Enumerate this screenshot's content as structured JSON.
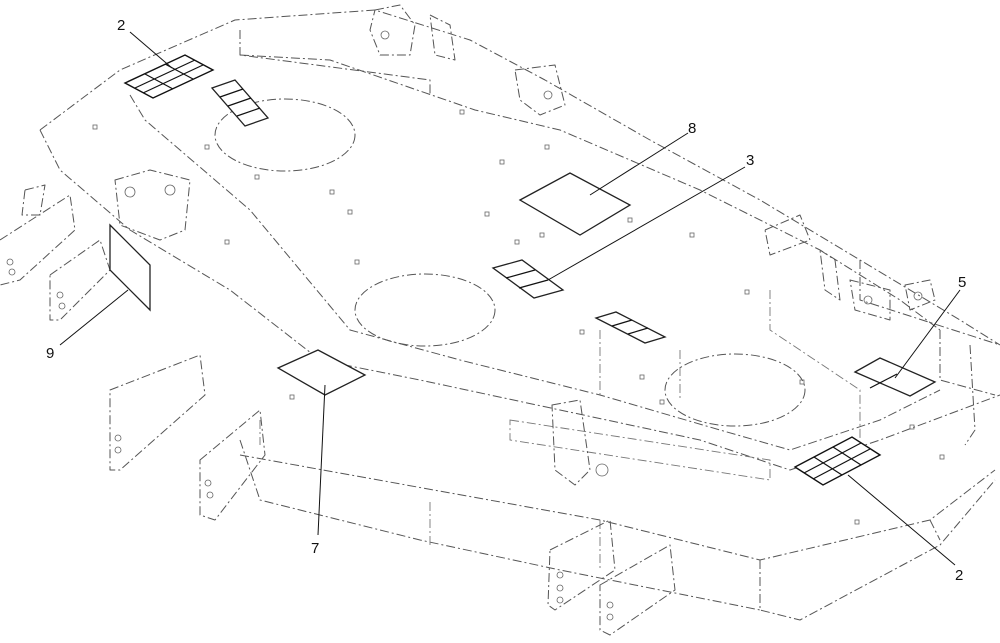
{
  "callouts": {
    "c2_top": "2",
    "c8": "8",
    "c3": "3",
    "c5": "5",
    "c9": "9",
    "c7": "7",
    "c2_bottom": "2"
  },
  "colors": {
    "line": "#555555",
    "decal_stroke": "#111111",
    "background": "#ffffff"
  }
}
